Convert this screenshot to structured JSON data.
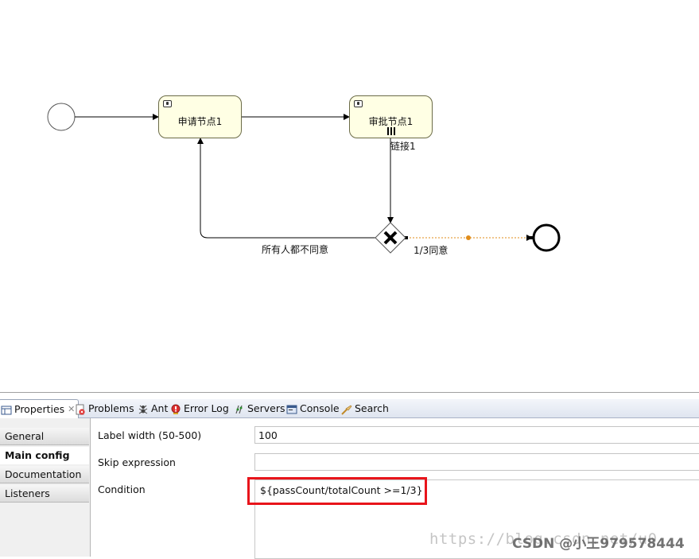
{
  "diagram": {
    "task1_label": "申请节点1",
    "task2_label": "审批节点1",
    "flow_link_label": "链接1",
    "flow_reject_label": "所有人都不同意",
    "flow_approve_label": "1/3同意"
  },
  "tabs": [
    {
      "label": "Properties",
      "icon": "properties-icon"
    },
    {
      "label": "Problems",
      "icon": "problems-icon"
    },
    {
      "label": "Ant",
      "icon": "ant-icon"
    },
    {
      "label": "Error Log",
      "icon": "error-log-icon"
    },
    {
      "label": "Servers",
      "icon": "servers-icon"
    },
    {
      "label": "Console",
      "icon": "console-icon"
    },
    {
      "label": "Search",
      "icon": "search-icon"
    }
  ],
  "sidebar": {
    "items": [
      "General",
      "Main config",
      "Documentation",
      "Listeners"
    ],
    "active": "Main config"
  },
  "fields": {
    "label_width": {
      "label": "Label width (50-500)",
      "value": "100"
    },
    "skip_expression": {
      "label": "Skip expression",
      "value": ""
    },
    "condition": {
      "label": "Condition",
      "value": "${passCount/totalCount >=1/3}"
    }
  },
  "watermark": {
    "url": "https://blog.csdn.net/u0",
    "csdn": "CSDN @小王979578444"
  },
  "colors": {
    "task_fill": "#ffffe4",
    "highlight": "#e8141b",
    "selected_flow": "#e08c1a"
  }
}
